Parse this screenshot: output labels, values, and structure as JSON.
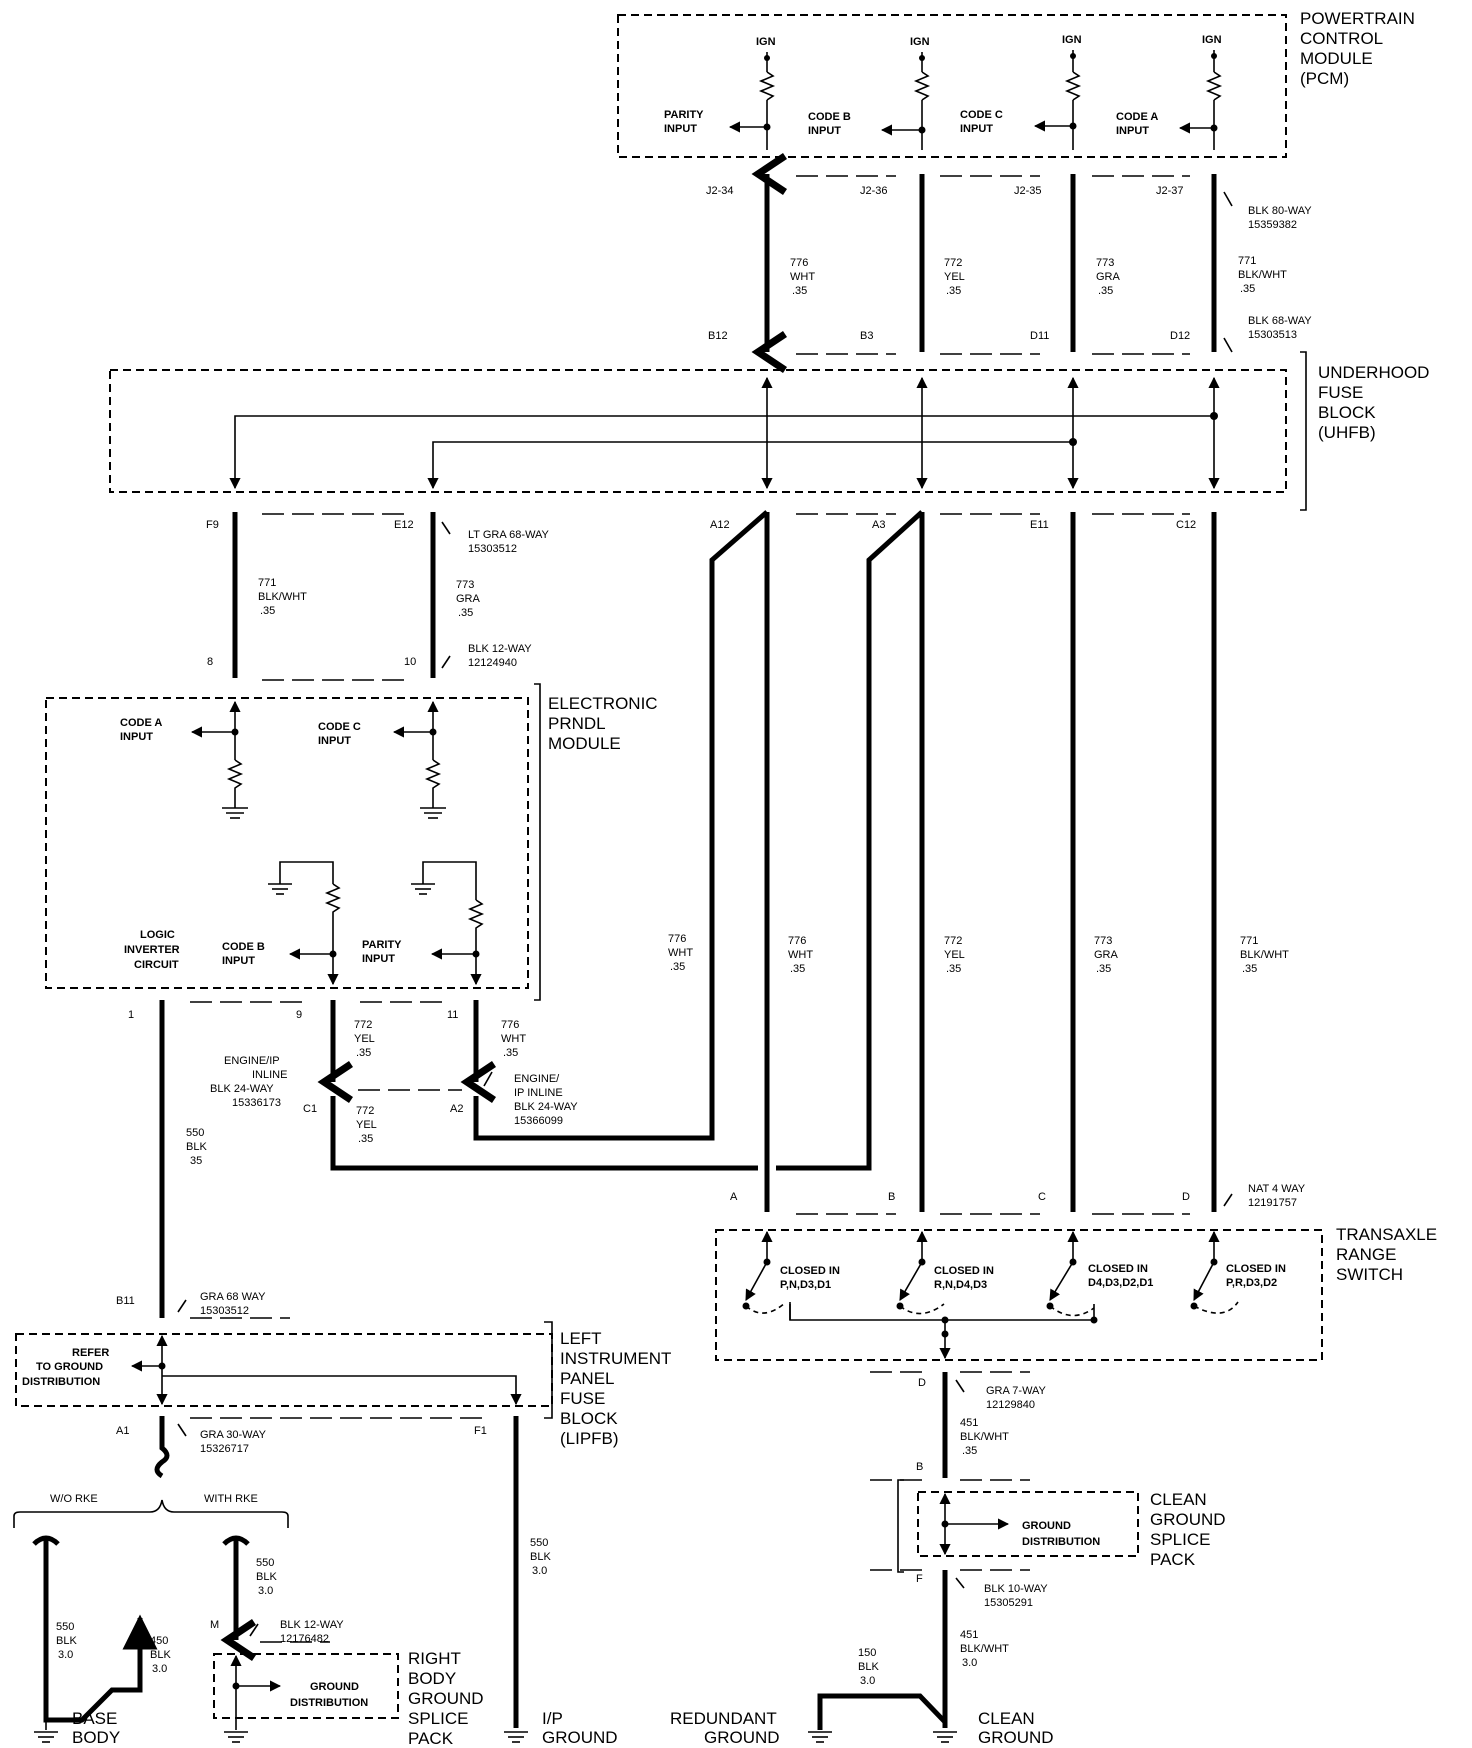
{
  "components": {
    "pcm": [
      "POWERTRAIN",
      "CONTROL",
      "MODULE",
      "(PCM)"
    ],
    "uhfb": [
      "UNDERHOOD",
      "FUSE",
      "BLOCK",
      "(UHFB)"
    ],
    "prndl": [
      "ELECTRONIC",
      "PRNDL",
      "MODULE"
    ],
    "trs": [
      "TRANSAXLE",
      "RANGE",
      "SWITCH"
    ],
    "lipfb": [
      "LEFT",
      "INSTRUMENT",
      "PANEL",
      "FUSE",
      "BLOCK",
      "(LIPFB)"
    ],
    "cgsp": [
      "CLEAN",
      "GROUND",
      "SPLICE",
      "PACK"
    ],
    "rbgsp": [
      "RIGHT",
      "BODY",
      "GROUND",
      "SPLICE",
      "PACK"
    ]
  },
  "pcm_inputs": {
    "ign": "IGN",
    "parity": [
      "PARITY",
      "INPUT"
    ],
    "code_b": [
      "CODE B",
      "INPUT"
    ],
    "code_c": [
      "CODE C",
      "INPUT"
    ],
    "code_a": [
      "CODE A",
      "INPUT"
    ]
  },
  "pcm_pins": [
    "J2-34",
    "J2-36",
    "J2-35",
    "J2-37"
  ],
  "conn_pcm": [
    "BLK 80-WAY",
    "15359382"
  ],
  "uhfb_top_pins": [
    "B12",
    "B3",
    "D11",
    "D12"
  ],
  "conn_uhfb_top": [
    "BLK 68-WAY",
    "15303513"
  ],
  "uhfb_bot_pins": [
    "F9",
    "E12",
    "A12",
    "A3",
    "E11",
    "C12"
  ],
  "conn_uhfb_bot": [
    "LT GRA 68-WAY",
    "15303512"
  ],
  "wires": {
    "w776": [
      "776",
      "WHT",
      ".35"
    ],
    "w772": [
      "772",
      "YEL",
      ".35"
    ],
    "w773": [
      "773",
      "GRA",
      ".35"
    ],
    "w771": [
      "771",
      "BLK/WHT",
      ".35"
    ],
    "w550_35": [
      "550",
      "BLK",
      "35"
    ],
    "w550_3": [
      "550",
      "BLK",
      "3.0"
    ],
    "w450": [
      "450",
      "BLK",
      "3.0"
    ],
    "w451": [
      "451",
      "BLK/WHT",
      ".35"
    ],
    "w451_3": [
      "451",
      "BLK/WHT",
      "3.0"
    ],
    "w150": [
      "150",
      "BLK",
      "3.0"
    ]
  },
  "prndl_pins": [
    "8",
    "10",
    "1",
    "9",
    "11"
  ],
  "conn_prndl": [
    "BLK 12-WAY",
    "12124940"
  ],
  "prndl_labels": {
    "code_a": [
      "CODE A",
      "INPUT"
    ],
    "code_c": [
      "CODE C",
      "INPUT"
    ],
    "logic": [
      "LOGIC",
      "INVERTER",
      "CIRCUIT"
    ],
    "code_b": [
      "CODE B",
      "INPUT"
    ],
    "parity": [
      "PARITY",
      "INPUT"
    ]
  },
  "inline_left": [
    "ENGINE/IP",
    "INLINE",
    "BLK 24-WAY",
    "15336173"
  ],
  "inline_right": [
    "ENGINE/",
    "IP INLINE",
    "BLK 24-WAY",
    "15366099"
  ],
  "inline_pins": [
    "C1",
    "A2"
  ],
  "trs_pins": [
    "A",
    "B",
    "C",
    "D"
  ],
  "conn_trs": [
    "NAT 4 WAY",
    "12191757"
  ],
  "trs_switches": [
    [
      "CLOSED IN",
      "P,N,D3,D1"
    ],
    [
      "CLOSED IN",
      "R,N,D4,D3"
    ],
    [
      "CLOSED IN",
      "D4,D3,D2,D1"
    ],
    [
      "CLOSED IN",
      "P,R,D3,D2"
    ]
  ],
  "trs_out_pin": "D",
  "conn_trs_out": [
    "GRA 7-WAY",
    "12129840"
  ],
  "cgsp_pins": [
    "B",
    "F"
  ],
  "cgsp_label": [
    "GROUND",
    "DISTRIBUTION"
  ],
  "conn_cgsp_out": [
    "BLK 10-WAY",
    "15305291"
  ],
  "lipfb_in_pin": "B11",
  "conn_lipfb_in": [
    "GRA 68 WAY",
    "15303512"
  ],
  "lipfb_refer": [
    "REFER",
    "TO GROUND",
    "DISTRIBUTION"
  ],
  "lipfb_out_pins": [
    "A1",
    "F1"
  ],
  "conn_lipfb_out": [
    "GRA 30-WAY",
    "15326717"
  ],
  "rke": [
    "W/O RKE",
    "WITH RKE"
  ],
  "rbgsp_pin": "M",
  "conn_rbgsp": [
    "BLK 12-WAY",
    "12176482"
  ],
  "rbgsp_label": [
    "GROUND",
    "DISTRIBUTION"
  ],
  "grounds": {
    "base_body": [
      "BASE",
      "BODY"
    ],
    "ip": [
      "I/P",
      "GROUND"
    ],
    "redundant": [
      "REDUNDANT",
      "GROUND"
    ],
    "clean": [
      "CLEAN",
      "GROUND"
    ]
  }
}
